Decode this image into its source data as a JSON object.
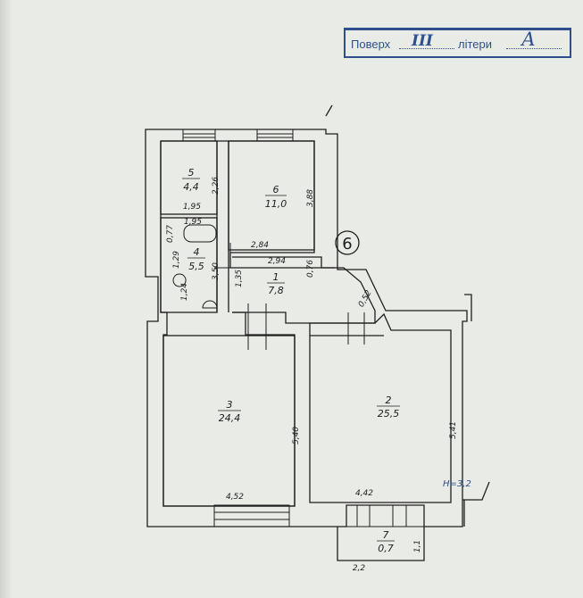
{
  "stamp": {
    "floor_label": "Поверх",
    "floor_value": "III",
    "letter_label": "літери",
    "letter_value": "А"
  },
  "marker": "6",
  "height_note": "Н=3,2",
  "rooms": [
    {
      "id": "room-1",
      "number": "1",
      "area": "7,8"
    },
    {
      "id": "room-2",
      "number": "2",
      "area": "25,5"
    },
    {
      "id": "room-3",
      "number": "3",
      "area": "24,4"
    },
    {
      "id": "room-4",
      "number": "4",
      "area": "5,5"
    },
    {
      "id": "room-5",
      "number": "5",
      "area": "4,4"
    },
    {
      "id": "room-6",
      "number": "6",
      "area": "11,0"
    },
    {
      "id": "room-7",
      "number": "7",
      "area": "0,7"
    }
  ],
  "dimensions": [
    "2,26",
    "1,95",
    "3,88",
    "2,84",
    "1,95",
    "0,77",
    "1,29",
    "1,24",
    "3,50",
    "2,94",
    "0,76",
    "1,35",
    "5,40",
    "4,52",
    "5,41",
    "4,42",
    "0,52",
    "1,1",
    "2,2"
  ]
}
